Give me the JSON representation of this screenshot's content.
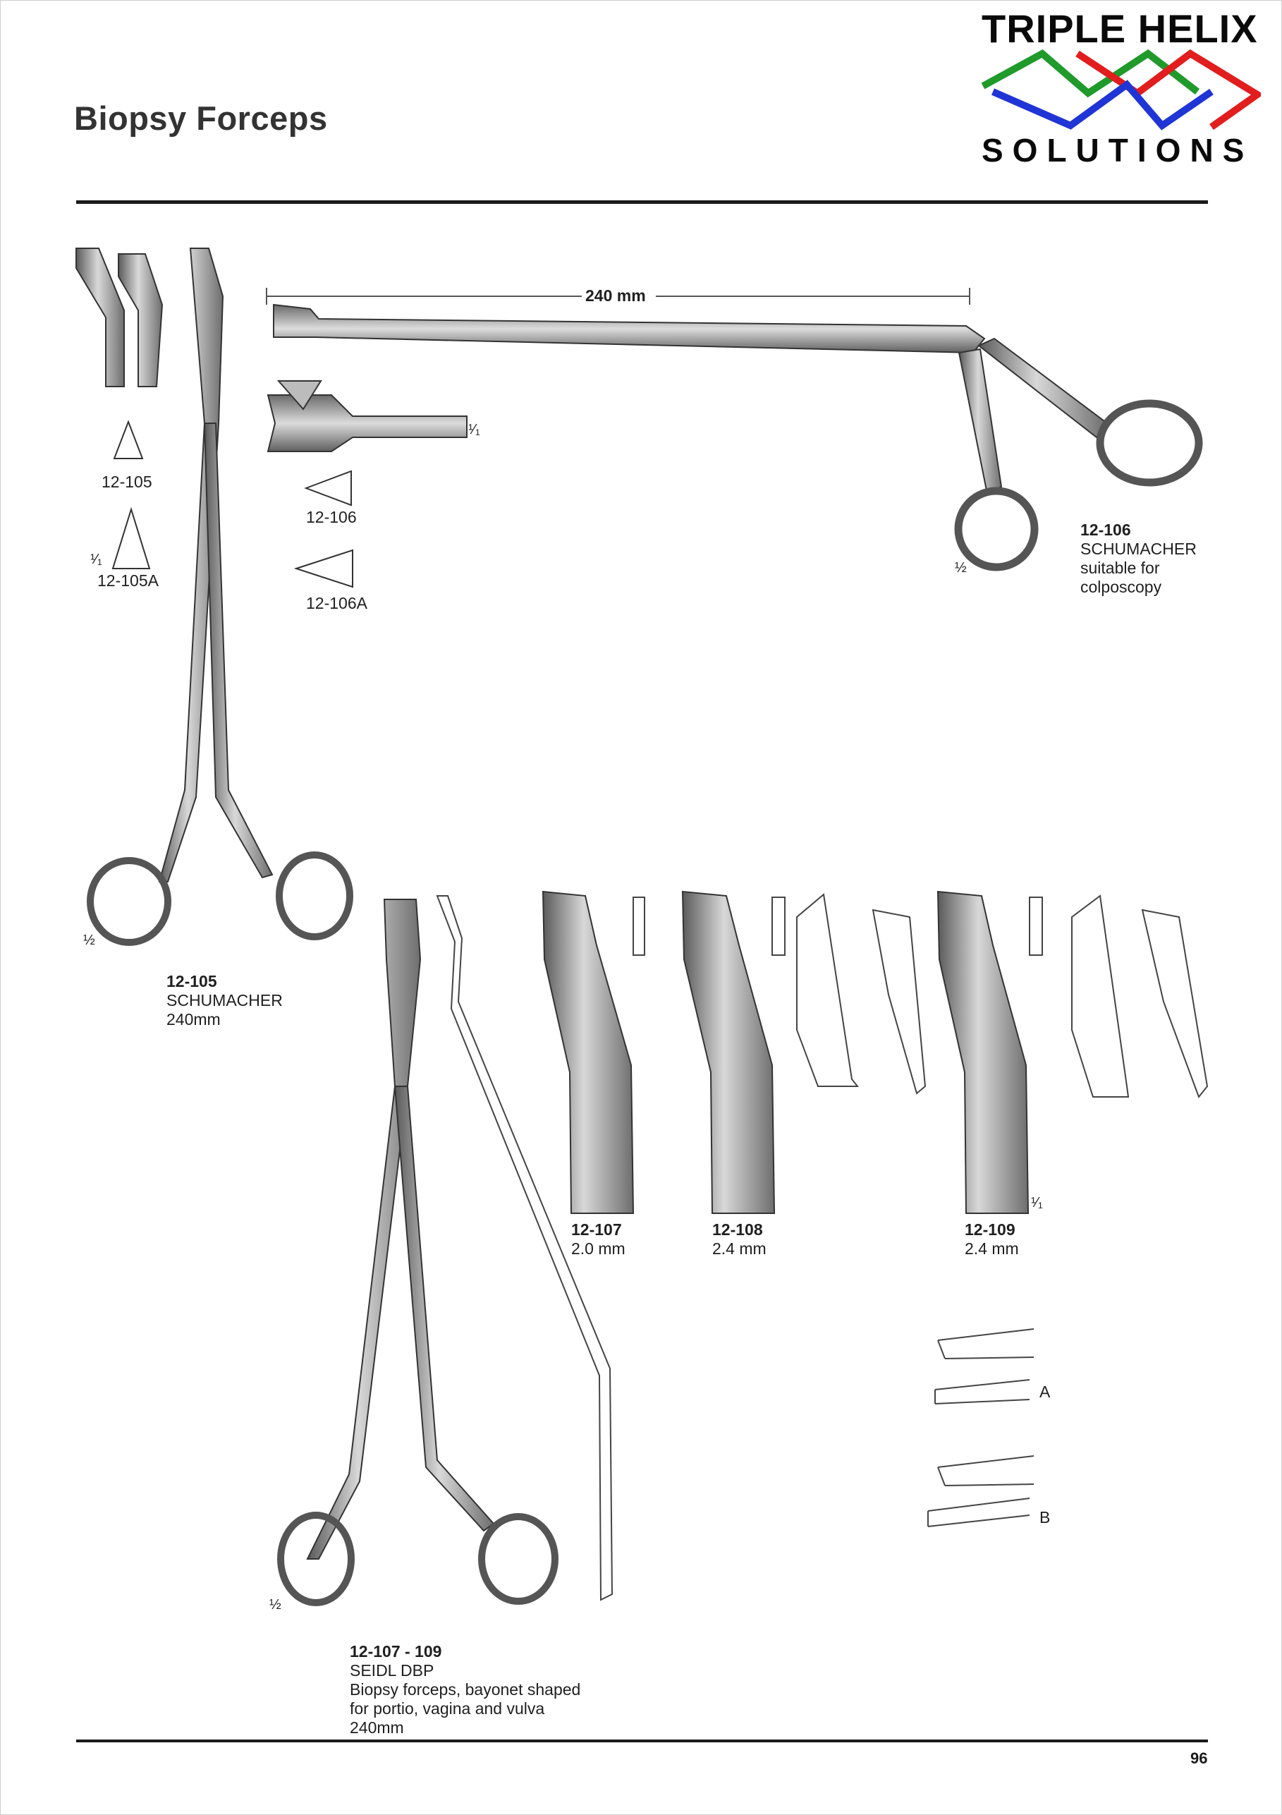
{
  "page": {
    "title": "Biopsy Forceps",
    "page_number": "96"
  },
  "logo": {
    "line1": "TRIPLE HELIX",
    "line2": "SOLUTIONS",
    "colors": {
      "green": "#1f9a2b",
      "red": "#e21d1d",
      "blue": "#1f35d6"
    }
  },
  "dimension": {
    "label": "240 mm"
  },
  "scales": {
    "half": "½",
    "full": "¹⁄₁"
  },
  "jaw_shapes": {
    "a": "12-105",
    "b": "12-105A",
    "c": "12-106",
    "d": "12-106A"
  },
  "products": {
    "p105": {
      "code": "12-105",
      "name": "SCHUMACHER",
      "detail": "240mm"
    },
    "p106": {
      "code": "12-106",
      "name": "SCHUMACHER",
      "detail1": "suitable for",
      "detail2": "colposcopy"
    },
    "p107": {
      "code": "12-107",
      "size": "2.0 mm"
    },
    "p108": {
      "code": "12-108",
      "size": "2.4 mm"
    },
    "p109": {
      "code": "12-109",
      "size": "2.4 mm"
    },
    "p107_109": {
      "code": "12-107 - 109",
      "name": "SEIDL DBP",
      "line1": "Biopsy forceps, bayonet shaped",
      "line2": "for portio, vagina and vulva",
      "line3": "240mm"
    }
  },
  "variants": {
    "a": "A",
    "b": "B"
  }
}
